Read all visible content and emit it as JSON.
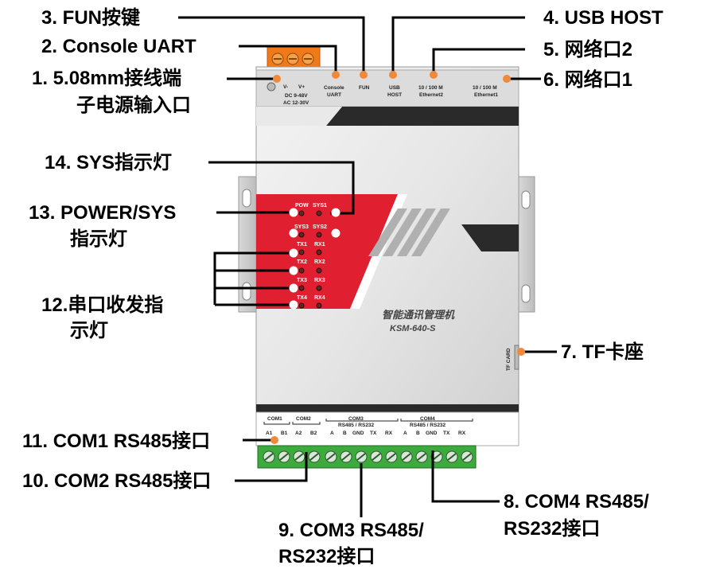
{
  "callouts": {
    "c1_line1": "1.  5.08mm接线端",
    "c1_line2": "子电源输入口",
    "c2": "2.  Console UART",
    "c3": "3.  FUN按键",
    "c4": "4. USB HOST",
    "c5": "5. 网络口2",
    "c6": "6. 网络口1",
    "c7": "7. TF卡座",
    "c8_line1": "8. COM4 RS485/",
    "c8_line2": "RS232接口",
    "c9_line1": "9. COM3 RS485/",
    "c9_line2": "RS232接口",
    "c10": "10. COM2 RS485接口",
    "c11": "11. COM1 RS485接口",
    "c12_line1": "12.串口收发指",
    "c12_line2": "示灯",
    "c13_line1": "13. POWER/SYS",
    "c13_line2": "指示灯",
    "c14": "14. SYS指示灯"
  },
  "device": {
    "brand": "智能通讯管理机",
    "model": "KSM-640-S",
    "tf_card": "TF CARD",
    "top_labels": {
      "vminus": "V-",
      "vplus": "V+",
      "dc": "DC 9-48V",
      "ac": "AC 12-30V",
      "console_1": "Console",
      "console_2": "UART",
      "fun": "FUN",
      "usb_1": "USB",
      "usb_2": "HOST",
      "eth2_1": "10 / 100 M",
      "eth2_2": "Ethernet2",
      "eth1_1": "10 / 100 M",
      "eth1_2": "Ethernet1"
    },
    "leds": {
      "pow": "POW",
      "sys1": "SYS1",
      "sys3": "SYS3",
      "sys2": "SYS2",
      "tx1": "TX1",
      "rx1": "RX1",
      "tx2": "TX2",
      "rx2": "RX2",
      "tx3": "TX3",
      "rx3": "RX3",
      "tx4": "TX4",
      "rx4": "RX4"
    },
    "bottom_labels": {
      "com1": "COM1",
      "com2": "COM2",
      "com3": "COM3",
      "com4": "COM4",
      "rs_3": "RS485 / RS232",
      "rs_4": "RS485 / RS232",
      "a1": "A1",
      "b1": "B1",
      "a2": "A2",
      "b2": "B2",
      "c3_a": "A",
      "c3_b": "B",
      "c3_gnd": "GND",
      "c3_tx": "TX",
      "c3_rx": "RX",
      "c4_a": "A",
      "c4_b": "B",
      "c4_gnd": "GND",
      "c4_tx": "TX",
      "c4_rx": "RX"
    }
  },
  "colors": {
    "accent_red": "#e02030",
    "terminal_green": "#3caa3c",
    "terminal_orange": "#f07a1a",
    "callout_dot": "#f08a3a"
  }
}
